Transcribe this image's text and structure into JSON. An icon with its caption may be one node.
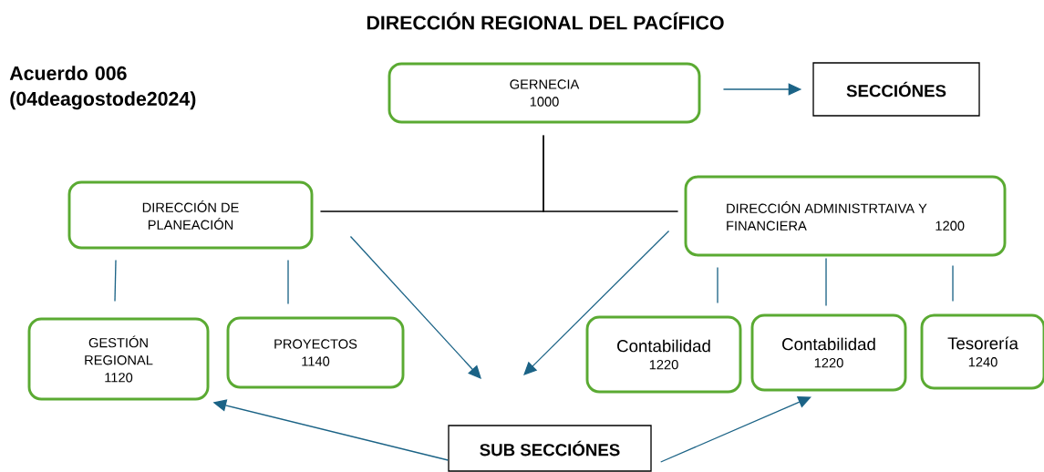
{
  "diagram": {
    "title": "DIRECCIÓN REGIONAL DEL PACÍFICO",
    "nodes": [
      {
        "text": [
          "GERNECIA",
          "1000"
        ]
      },
      {
        "text": [
          "SECCIÓNES"
        ]
      },
      {
        "text": [
          "DIRECCIÓN DE PLANEACIÓN"
        ]
      },
      {
        "text": [
          "DIRECCIÓN ADMINISTRTAIVA Y FINANCIERA",
          "1200"
        ]
      },
      {
        "text": [
          "GESTIÓN REGIONAL",
          "1120"
        ]
      },
      {
        "text": [
          "PROYECTOS",
          "1140"
        ]
      },
      {
        "text": [
          "Contabilidad",
          "1220"
        ]
      },
      {
        "text": [
          "Contabilidad",
          "1220"
        ]
      },
      {
        "text": [
          "Tesorería",
          "1240"
        ]
      },
      {
        "text": [
          "SUB SECCIÓNES"
        ]
      }
    ],
    "edges": [
      {
        "from": 0,
        "to": 1,
        "arrow": "to"
      },
      {
        "from": 0,
        "to": 2,
        "arrow": "none",
        "color": "#000000"
      },
      {
        "from": 0,
        "to": 3,
        "arrow": "none",
        "color": "#000000"
      },
      {
        "from": 2,
        "to": 4,
        "arrow": "none"
      },
      {
        "from": 2,
        "to": 5,
        "arrow": "none"
      },
      {
        "from": 3,
        "to": 6,
        "arrow": "none"
      },
      {
        "from": 3,
        "to": 7,
        "arrow": "none"
      },
      {
        "from": 3,
        "to": 8,
        "arrow": "none"
      },
      {
        "from": 2,
        "to": null,
        "arrow": "to"
      },
      {
        "from": 3,
        "to": null,
        "arrow": "to"
      },
      {
        "from": 9,
        "to": 4,
        "arrow": "to"
      },
      {
        "from": 9,
        "to": 7,
        "arrow": "to"
      }
    ],
    "labels": [
      "Acuerdo 006 (04deagostode2024)"
    ]
  }
}
